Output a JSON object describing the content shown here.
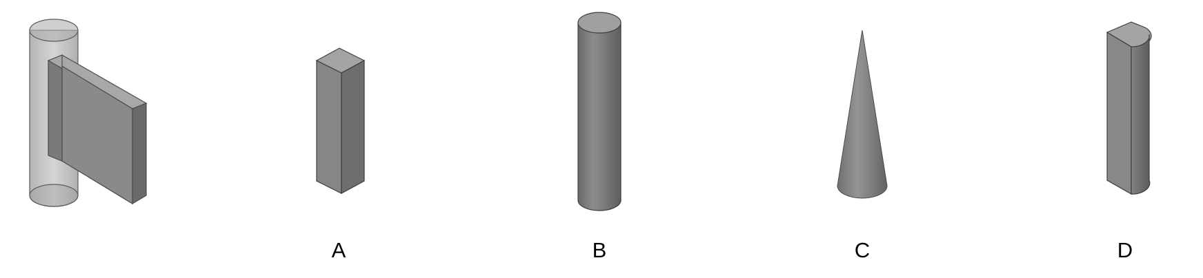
{
  "options": [
    {
      "key": "A",
      "label": "A",
      "shape": "square-prism"
    },
    {
      "key": "B",
      "label": "B",
      "shape": "cylinder"
    },
    {
      "key": "C",
      "label": "C",
      "shape": "cone"
    },
    {
      "key": "D",
      "label": "D",
      "shape": "half-rounded-prism"
    }
  ],
  "reference": {
    "shape": "cylinder-with-attached-slab"
  },
  "colors": {
    "background": "#ffffff",
    "face_light": "#a2a2a2",
    "face_mid": "#8a8a8a",
    "face_dark": "#6e6e6e",
    "edge": "#3c3c3c",
    "ghost_fill": "rgba(140,140,140,0.45)"
  }
}
